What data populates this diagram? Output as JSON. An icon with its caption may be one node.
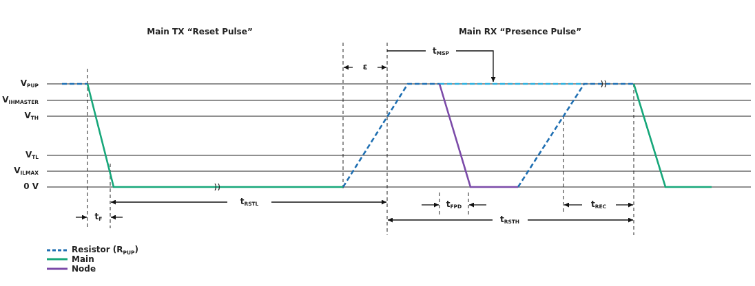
{
  "diagram": {
    "labels": [
      "Main TX “Reset Pulse”",
      "Main RX “Presence Pulse”",
      "V$_{PUP}$",
      "V$_{IHMASTER}$",
      "V$_{TH}$",
      "V$_{TL}$",
      "V$_{ILMAX}$",
      "0 V",
      "ε",
      "t$_{MSP}$",
      "t$_{RSTL}$",
      "t$_{F}$",
      "t$_{FPD}$",
      "t$_{REC}$",
      "t$_{RSTH}$"
    ],
    "legend": [
      {
        "text": "Resistor (R$_{PUP}$)"
      },
      {
        "text": "Main"
      },
      {
        "text": "Node"
      }
    ]
  }
}
